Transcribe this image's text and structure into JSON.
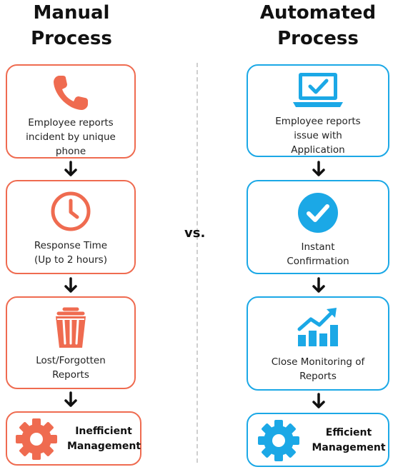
{
  "manual": {
    "title_line1": "Manual",
    "title_line2": "Process",
    "steps": [
      {
        "icon": "phone-icon",
        "line1": "Employee reports",
        "line2": "incident by unique",
        "line3": "phone"
      },
      {
        "icon": "clock-icon",
        "line1": "Response Time",
        "line2": "(Up to 2 hours)"
      },
      {
        "icon": "trash-icon",
        "line1": "Lost/Forgotten",
        "line2": "Reports"
      },
      {
        "icon": "gear-icon",
        "line1": "Inefficient",
        "line2": "Management"
      }
    ]
  },
  "automated": {
    "title_line1": "Automated",
    "title_line2": "Process",
    "steps": [
      {
        "icon": "laptop-check-icon",
        "line1": "Employee reports",
        "line2": "issue with",
        "line3": "Application"
      },
      {
        "icon": "check-circle-icon",
        "line1": "Instant",
        "line2": "Confirmation"
      },
      {
        "icon": "growth-chart-icon",
        "line1": "Close Monitoring of",
        "line2": "Reports"
      },
      {
        "icon": "gear-icon",
        "line1": "Efficient",
        "line2": "Management"
      }
    ]
  },
  "vs_label": "vs.",
  "colors": {
    "manual_accent": "#ef6b50",
    "automated_accent": "#1ba8e6",
    "arrow": "#111111"
  }
}
